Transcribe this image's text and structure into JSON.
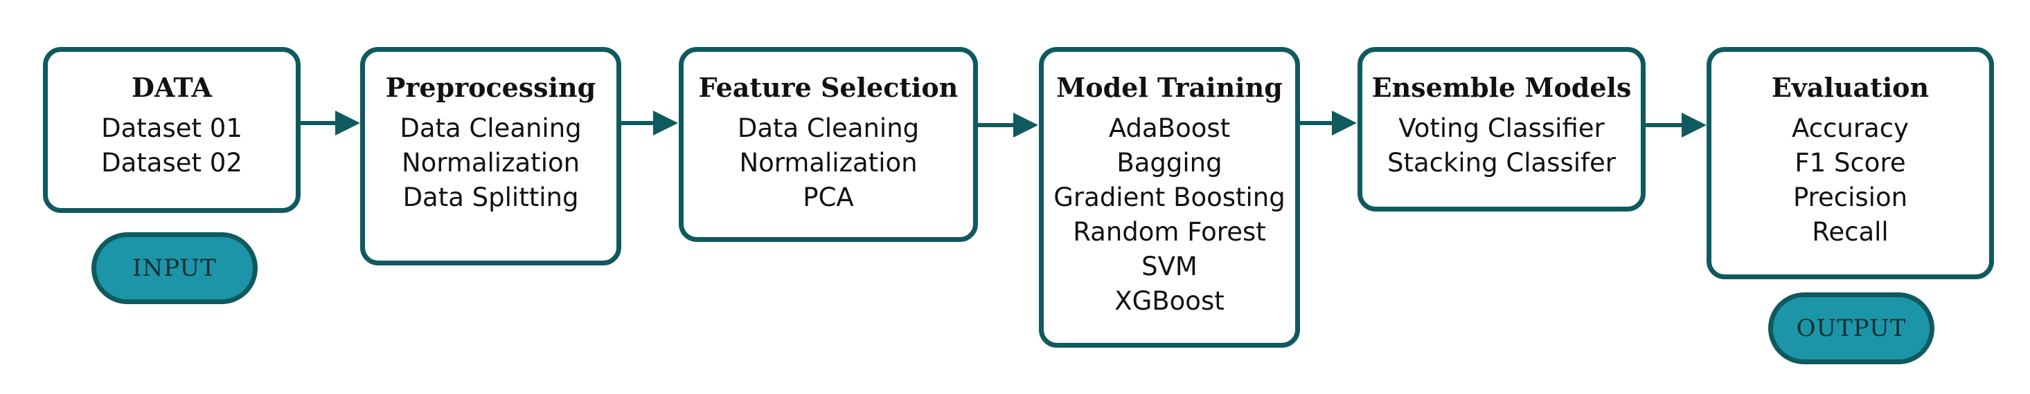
{
  "colors": {
    "border": "#0f5a5e",
    "pill_fill": "#1d95a8",
    "arrow": "#0f5a5e"
  },
  "stages": [
    {
      "title": "DATA",
      "items": [
        "Dataset 01",
        "Dataset 02"
      ]
    },
    {
      "title": "Preprocessing",
      "items": [
        "Data Cleaning",
        "Normalization",
        "Data Splitting"
      ]
    },
    {
      "title": "Feature Selection",
      "items": [
        "Data Cleaning",
        "Normalization",
        "PCA"
      ]
    },
    {
      "title": "Model Training",
      "items": [
        "AdaBoost",
        "Bagging",
        "Gradient Boosting",
        "Random Forest",
        "SVM",
        "XGBoost"
      ]
    },
    {
      "title": "Ensemble Models",
      "items": [
        "Voting Classifier",
        "Stacking Classifer"
      ]
    },
    {
      "title": "Evaluation",
      "items": [
        "Accuracy",
        "F1 Score",
        "Precision",
        "Recall"
      ]
    }
  ],
  "input_label": "INPUT",
  "output_label": "OUTPUT"
}
